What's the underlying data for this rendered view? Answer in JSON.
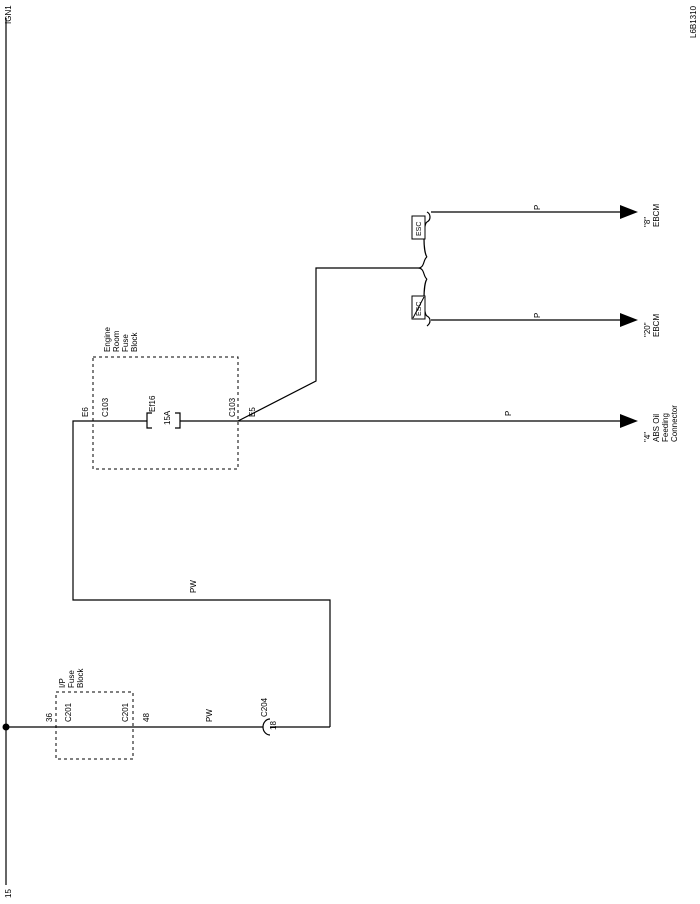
{
  "bus": {
    "top_label": "IGN1",
    "bottom_label": "15"
  },
  "figure_id": "L6B1310",
  "ip_fuse_block": {
    "title_lines": [
      "I/P",
      "Fuse",
      "Block"
    ],
    "left_pin": "36",
    "left_conn": "C201",
    "right_conn": "C201",
    "right_pin": "48"
  },
  "connector_c204": {
    "name": "C204",
    "pin": "18"
  },
  "wire_pw_lower": "PW",
  "wire_pw_upper": "PW",
  "engine_fuse_block": {
    "title_lines": [
      "Engine",
      "Room",
      "Fuse",
      "Block"
    ],
    "in_pin": "E6",
    "in_conn": "C103",
    "out_conn": "C103",
    "out_pin": "E5",
    "fuse_name": "Ef16",
    "fuse_rating": "15A"
  },
  "wire_p_main": "P",
  "wire_p_lower": "P",
  "wire_p_upper": "P",
  "option_esc": "ESC",
  "option_not_esc": "ESC",
  "dest_abs": [
    "\"4\"",
    "ABS Oil",
    "Feeding",
    "Connector"
  ],
  "dest_ebcm_20": [
    "\"20\"",
    "EBCM"
  ],
  "dest_ebcm_8": [
    "\"8\"",
    "EBCM"
  ]
}
